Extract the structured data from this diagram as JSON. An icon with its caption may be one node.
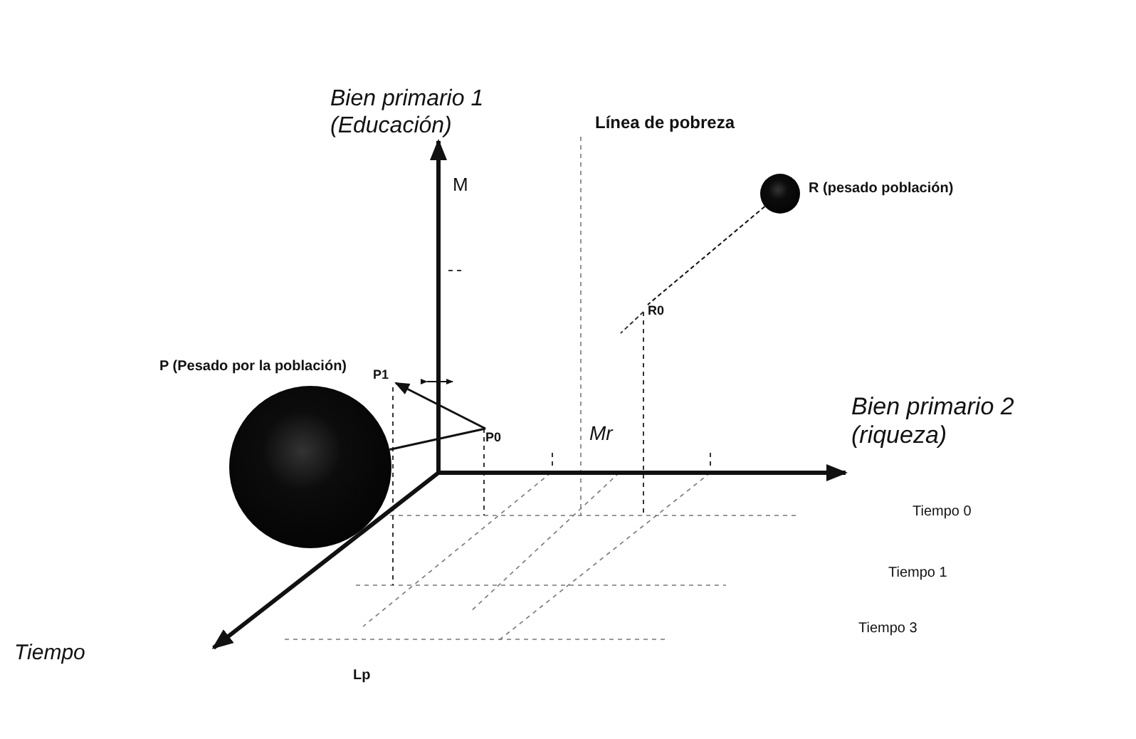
{
  "diagram": {
    "nodes": [
      {
        "text": [],
        "shape": "circle",
        "beside": [
          "P (Pesado por la población)"
        ]
      },
      {
        "text": [
          "P0"
        ]
      },
      {
        "text": [
          "P1"
        ]
      },
      {
        "text": [],
        "shape": "circle",
        "beside": [
          "R (pesado población)"
        ]
      },
      {
        "text": [
          "R0"
        ]
      }
    ],
    "edges": [
      {
        "from": 0,
        "to": 1,
        "arrow": "none"
      },
      {
        "from": 1,
        "to": 2,
        "arrow": "to"
      },
      {
        "from": 3,
        "to": 4,
        "arrow": "none",
        "style": "dashed"
      }
    ],
    "labels": [
      "Bien primario 1 (Educación)",
      "Línea de pobreza",
      "M",
      "Mr",
      "Bien primario 2 (riqueza)",
      "Tiempo 0",
      "Tiempo 1",
      "Tiempo 3",
      "Tiempo",
      "Lp"
    ]
  }
}
